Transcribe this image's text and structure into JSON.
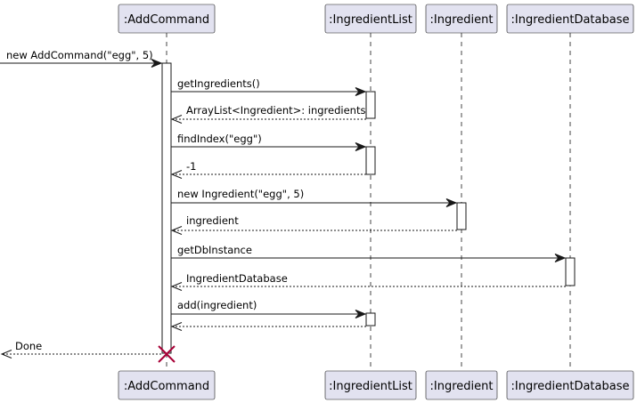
{
  "colors": {
    "participant_fill": "#E2E2F0",
    "participant_stroke": "#181818",
    "lifeline": "#181818",
    "activation_fill": "#FFFFFF",
    "destroy_marker": "#A80036",
    "message_line": "#181818"
  },
  "participants": [
    {
      "id": "addcommand",
      "label": ":AddCommand"
    },
    {
      "id": "ingredientlist",
      "label": ":IngredientList"
    },
    {
      "id": "ingredient",
      "label": ":Ingredient"
    },
    {
      "id": "ingredientdatabase",
      "label": ":IngredientDatabase"
    }
  ],
  "messages": [
    {
      "label": "new AddCommand(\"egg\", 5)",
      "from": "external",
      "to": "addcommand",
      "style": "solid"
    },
    {
      "label": "getIngredients()",
      "from": "addcommand",
      "to": "ingredientlist",
      "style": "solid"
    },
    {
      "label": "ArrayList<Ingredient>: ingredients",
      "from": "ingredientlist",
      "to": "addcommand",
      "style": "dashed"
    },
    {
      "label": "findIndex(\"egg\")",
      "from": "addcommand",
      "to": "ingredientlist",
      "style": "solid"
    },
    {
      "label": "-1",
      "from": "ingredientlist",
      "to": "addcommand",
      "style": "dashed"
    },
    {
      "label": "new Ingredient(\"egg\", 5)",
      "from": "addcommand",
      "to": "ingredient",
      "style": "solid"
    },
    {
      "label": "ingredient",
      "from": "ingredient",
      "to": "addcommand",
      "style": "dashed"
    },
    {
      "label": "getDbInstance",
      "from": "addcommand",
      "to": "ingredientdatabase",
      "style": "solid"
    },
    {
      "label": "IngredientDatabase",
      "from": "ingredientdatabase",
      "to": "addcommand",
      "style": "dashed"
    },
    {
      "label": "add(ingredient)",
      "from": "addcommand",
      "to": "ingredientlist",
      "style": "solid"
    },
    {
      "label": "",
      "from": "ingredientlist",
      "to": "addcommand",
      "style": "dashed"
    },
    {
      "label": "Done",
      "from": "addcommand",
      "to": "external",
      "style": "dashed"
    }
  ],
  "destroyed": "addcommand"
}
